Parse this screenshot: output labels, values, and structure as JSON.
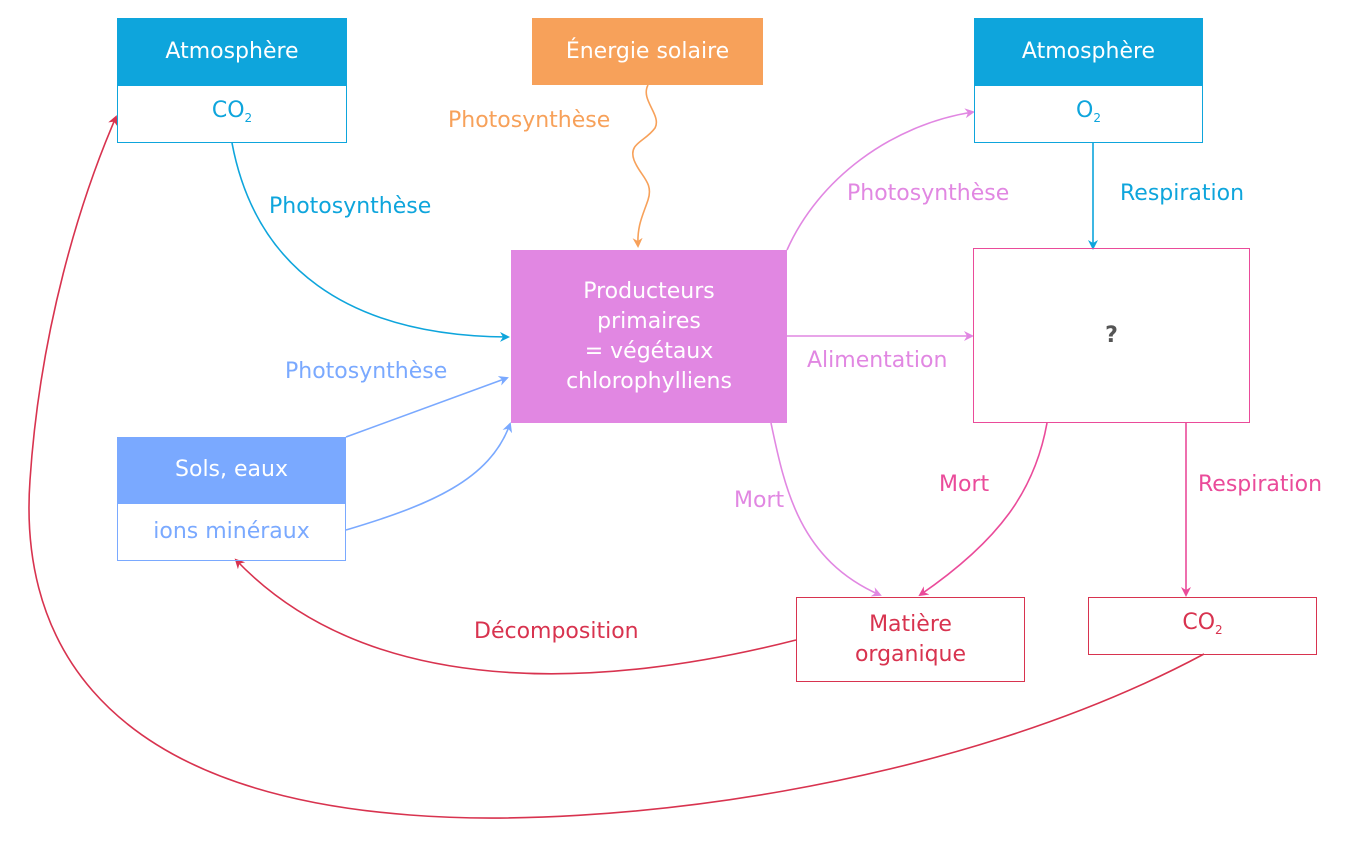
{
  "colors": {
    "blue": "#0ea5dc",
    "orange": "#f7a15a",
    "violet": "#e187e2",
    "lightblue": "#7aa9ff",
    "pink": "#ea4b9a",
    "red": "#d8334f"
  },
  "boxes": {
    "atm_left_header": "Atmosphère",
    "atm_left_co2": "CO",
    "co2_sub": "2",
    "solar": "Énergie solaire",
    "atm_right_header": "Atmosphère",
    "atm_right_o2": "O",
    "o2_sub": "2",
    "producers_1": "Producteurs",
    "producers_2": "primaires",
    "producers_3": "= végétaux",
    "producers_4": "chlorophylliens",
    "unknown": "?",
    "soils_header": "Sols, eaux",
    "soils_ions": "ions minéraux",
    "matter_1": "Matière",
    "matter_2": "organique",
    "co2_right": "CO",
    "co2_right_sub": "2"
  },
  "labels": {
    "photo_orange": "Photosynthèse",
    "photo_blue": "Photosynthèse",
    "photo_violet": "Photosynthèse",
    "photo_lightblue": "Photosynthèse",
    "respiration_top": "Respiration",
    "alimentation": "Alimentation",
    "mort_left": "Mort",
    "mort_right": "Mort",
    "respiration_bottom": "Respiration",
    "decomposition": "Décomposition"
  }
}
